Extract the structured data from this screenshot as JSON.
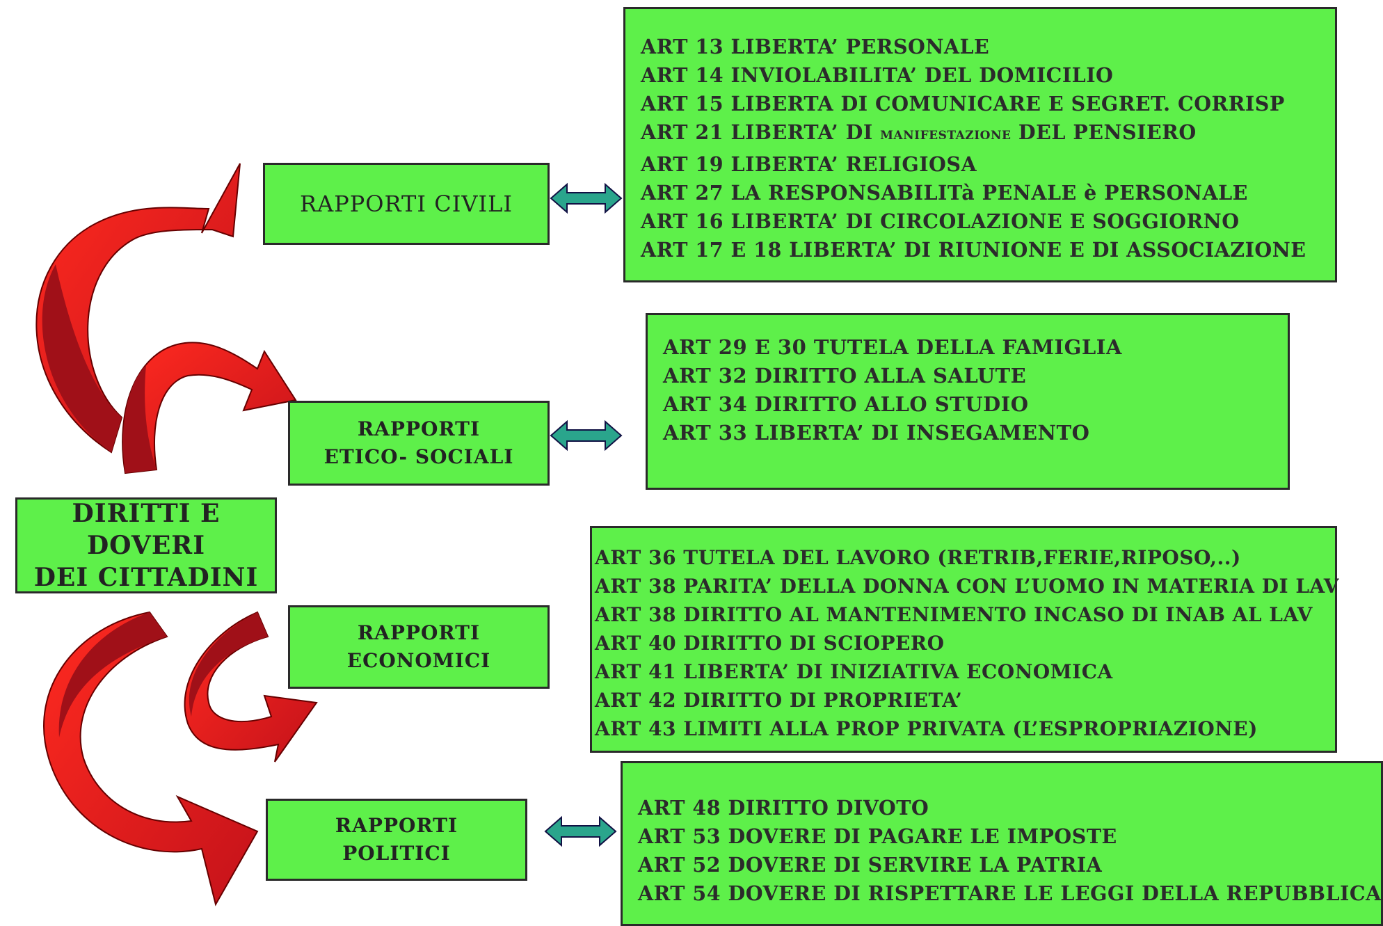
{
  "center": {
    "line1": "DIRITTI E DOVERI",
    "line2": "DEI CITTADINI"
  },
  "categories": {
    "civili": {
      "line1": "RAPPORTI CIVILI"
    },
    "etico": {
      "line1": "RAPPORTI",
      "line2": "ETICO- SOCIALI"
    },
    "economici": {
      "line1": "RAPPORTI",
      "line2": "ECONOMICI"
    },
    "politici": {
      "line1": "RAPPORTI",
      "line2": "POLITICI"
    }
  },
  "lists": {
    "civili": [
      "ART 13 LIBERTA’ PERSONALE",
      "ART 14 INVIOLABILITA’ DEL DOMICILIO",
      "ART 15 LIBERTA DI COMUNICARE E SEGRET. CORRISP",
      "ART 21 LIBERTA’ DI",
      "ART 19 LIBERTA’ RELIGIOSA",
      "ART 27 LA RESPONSABILITà PENALE è PERSONALE",
      "ART 16 LIBERTA’ DI CIRCOLAZIONE E SOGGIORNO",
      "ART 17 E 18 LIBERTA’ DI RIUNIONE E DI ASSOCIAZIONE"
    ],
    "civili_small": "MANIFESTAZIONE",
    "civili_tail": "DEL PENSIERO",
    "etico": [
      "ART 29 E 30 TUTELA DELLA FAMIGLIA",
      "ART 32 DIRITTO ALLA SALUTE",
      "ART 34 DIRITTO ALLO STUDIO",
      "ART 33 LIBERTA’ DI INSEGAMENTO"
    ],
    "economici": [
      "ART 36 TUTELA DEL LAVORO (RETRIB,FERIE,RIPOSO,..)",
      "ART 38 PARITA’ DELLA DONNA CON L’UOMO IN MATERIA DI LAV",
      "ART 38 DIRITTO AL MANTENIMENTO INCASO DI INAB AL LAV",
      "ART 40 DIRITTO DI SCIOPERO",
      "ART 41 LIBERTA’ DI INIZIATIVA ECONOMICA",
      "ART 42 DIRITTO DI PROPRIETA’",
      "ART 43 LIMITI ALLA PROP PRIVATA (L’ESPROPRIAZIONE)"
    ],
    "politici": [
      "ART 48 DIRITTO DIVOTO",
      "ART 53 DOVERE DI PAGARE LE IMPOSTE",
      "ART 52 DOVERE DI SERVIRE LA PATRIA",
      "ART 54 DOVERE DI RISPETTARE LE LEGGI DELLA REPUBBLICA"
    ]
  },
  "colors": {
    "box_fill": "#5ef04a",
    "arrow_red": "#e8141a",
    "arrow_dark": "#a01018",
    "connector": "#2aa58c"
  }
}
